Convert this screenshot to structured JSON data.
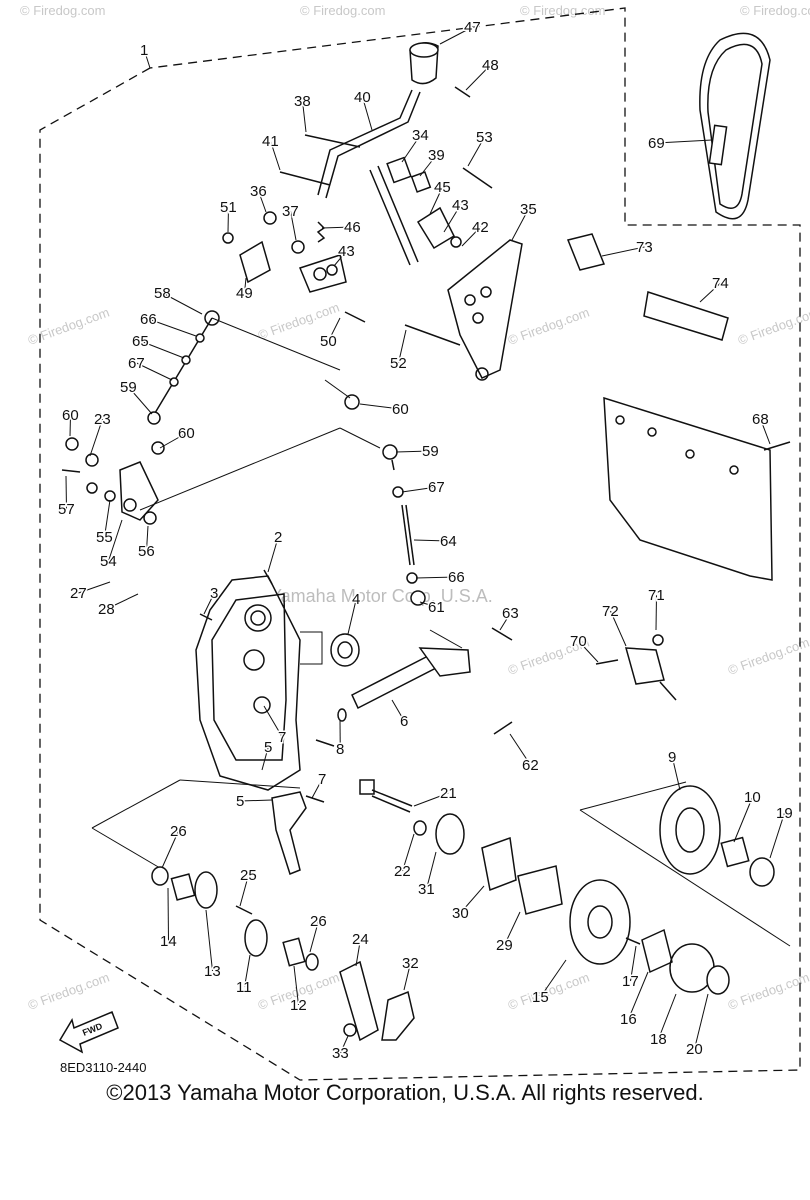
{
  "diagram": {
    "code": "8ED3110-2440",
    "fwd_label": "FWD",
    "watermark": "© Firedog.com",
    "company_watermark": "Yamaha Motor Corp. U.S.A.",
    "part_labels": [
      "1",
      "2",
      "3",
      "4",
      "5",
      "6",
      "7",
      "8",
      "9",
      "10",
      "11",
      "12",
      "13",
      "14",
      "15",
      "16",
      "17",
      "18",
      "19",
      "20",
      "21",
      "22",
      "23",
      "24",
      "25",
      "26",
      "27",
      "28",
      "29",
      "30",
      "31",
      "32",
      "33",
      "34",
      "35",
      "36",
      "37",
      "38",
      "39",
      "40",
      "41",
      "42",
      "43",
      "45",
      "46",
      "47",
      "48",
      "49",
      "50",
      "51",
      "52",
      "53",
      "54",
      "55",
      "56",
      "57",
      "58",
      "59",
      "60",
      "61",
      "62",
      "63",
      "64",
      "65",
      "66",
      "67",
      "68",
      "69",
      "70",
      "71",
      "72",
      "73",
      "74"
    ]
  },
  "footer": {
    "copyright": "©2013 Yamaha Motor Corporation, U.S.A. All rights reserved."
  }
}
